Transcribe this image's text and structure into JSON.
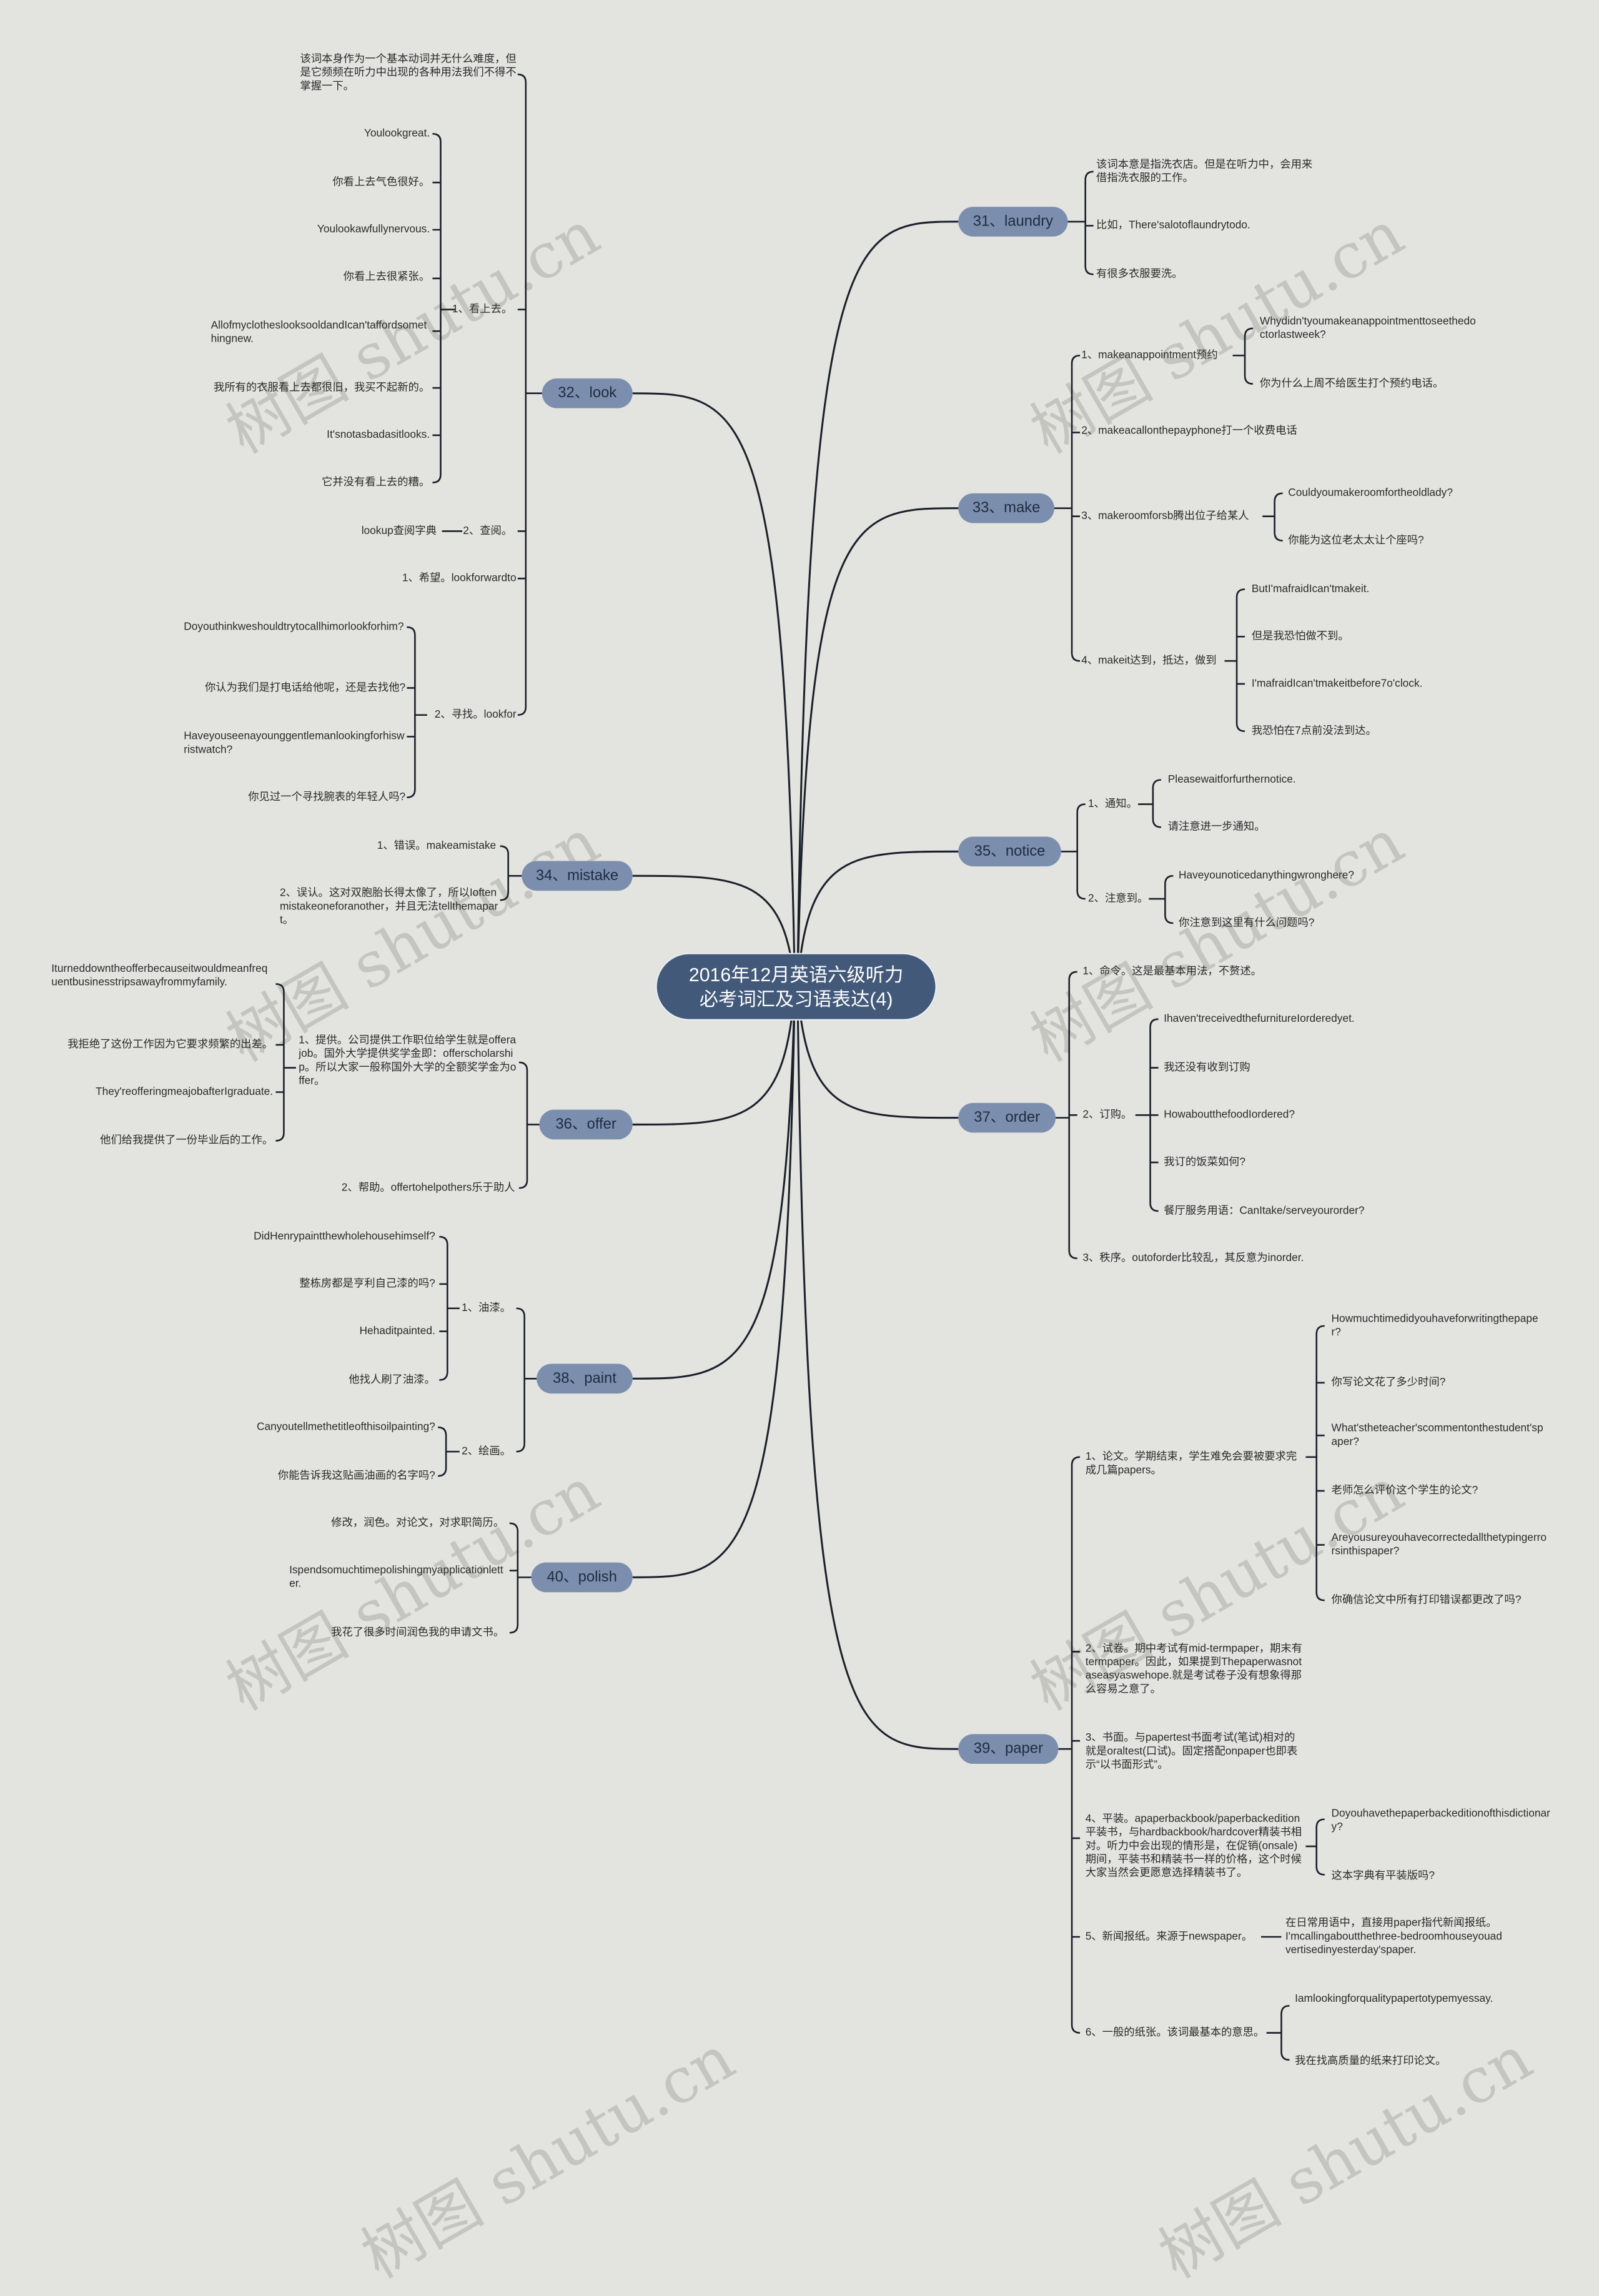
{
  "title": "2016年12月英语六级听力必考词汇及习语表达(4)",
  "watermark": "树图 shutu.cn",
  "colors": {
    "background": "#e3e3df",
    "center_node": "#42597a",
    "branch_node": "#7b8eae",
    "line": "#1a1f2a"
  },
  "laundry": {
    "label": "31、laundry",
    "items": [
      "该词本意是指洗衣店。但是在听力中，会用来借指洗衣服的工作。",
      "比如，There'salotoflaundrytodo.",
      "有很多衣服要洗。"
    ]
  },
  "look": {
    "label": "32、look",
    "intro": "该词本身作为一个基本动词并无什么难度，但是它频频在听力中出现的各种用法我们不得不掌握一下。",
    "s1": {
      "text": "1、看上去。",
      "examples": [
        "Youlookgreat.",
        "你看上去气色很好。",
        "Youlookawfullynervous.",
        "你看上去很紧张。",
        "AllofmyclotheslooksooldandIcan'taffordsomethingnew.",
        "我所有的衣服看上去都很旧，我买不起新的。",
        "It'snotasbadasitlooks.",
        "它并没有看上去的糟。"
      ]
    },
    "s2": {
      "text": "2、查阅。",
      "example": "lookup查阅字典"
    },
    "s3": {
      "text": "1、希望。lookforwardto"
    },
    "s4": {
      "text": "2、寻找。lookfor",
      "examples": [
        "Doyouthinkweshouldtrytocallhimorlookforhim?",
        "你认为我们是打电话给他呢，还是去找他?",
        "Haveyouseenayounggentlemanlookingforhiswristwatch?",
        "你见过一个寻找腕表的年轻人吗?"
      ]
    }
  },
  "make": {
    "label": "33、make",
    "s1": {
      "text": "1、makeanappointment预约",
      "examples": [
        "Whydidn'tyoumakeanappointmenttoseethedoctorlastweek?",
        "你为什么上周不给医生打个预约电话。"
      ]
    },
    "s2": {
      "text": "2、makeacallonthepayphone打一个收费电话"
    },
    "s3": {
      "text": "3、makeroomforsb腾出位子给某人",
      "examples": [
        "Couldyoumakeroomfortheoldlady?",
        "你能为这位老太太让个座吗?"
      ]
    },
    "s4": {
      "text": "4、makeit达到，抵达，做到",
      "examples": [
        "ButI'mafraidIcan'tmakeit.",
        "但是我恐怕做不到。",
        "I'mafraidIcan'tmakeitbefore7o'clock.",
        "我恐怕在7点前没法到达。"
      ]
    }
  },
  "mistake": {
    "label": "34、mistake",
    "items": [
      "1、错误。makeamistake",
      "2、误认。这对双胞胎长得太像了，所以Ioftenmistakeoneforanother，并且无法tellthemapart。"
    ]
  },
  "notice": {
    "label": "35、notice",
    "s1": {
      "text": "1、通知。",
      "examples": [
        "Pleasewaitforfurthernotice.",
        "请注意进一步通知。"
      ]
    },
    "s2": {
      "text": "2、注意到。",
      "examples": [
        "Haveyounoticedanythingwronghere?",
        "你注意到这里有什么问题吗?"
      ]
    }
  },
  "offer": {
    "label": "36、offer",
    "s1": {
      "text": "1、提供。公司提供工作职位给学生就是offerajob。国外大学提供奖学金即：offerscholarship。所以大家一般称国外大学的全额奖学金为offer。",
      "examples": [
        "Iturneddowntheofferbecauseitwouldmeanfrequentbusinesstripsawayfrommyfamily.",
        "我拒绝了这份工作因为它要求频繁的出差。",
        "They'reofferingmeajobafterIgraduate.",
        "他们给我提供了一份毕业后的工作。"
      ]
    },
    "s2": {
      "text": "2、帮助。offertohelpothers乐于助人"
    }
  },
  "order": {
    "label": "37、order",
    "s1": {
      "text": "1、命令。这是最基本用法，不赘述。"
    },
    "s2": {
      "text": "2、订购。",
      "examples": [
        "Ihaven'treceivedthefurnitureIorderedyet.",
        "我还没有收到订购",
        "HowaboutthefoodIordered?",
        "我订的饭菜如何?",
        "餐厅服务用语：CanItake/serveyourorder?"
      ]
    },
    "s3": {
      "text": "3、秩序。outoforder比较乱，其反意为inorder."
    }
  },
  "paint": {
    "label": "38、paint",
    "s1": {
      "text": "1、油漆。",
      "examples": [
        "DidHenrypaintthewholehousehimself?",
        "整栋房都是亨利自己漆的吗?",
        "Hehaditpainted.",
        "他找人刷了油漆。"
      ]
    },
    "s2": {
      "text": "2、绘画。",
      "examples": [
        "Canyoutellmethetitleofthisoilpainting?",
        "你能告诉我这贴画油画的名字吗?"
      ]
    }
  },
  "paper": {
    "label": "39、paper",
    "s1": {
      "text": "1、论文。学期结束，学生难免会要被要求完成几篇papers。",
      "examples": [
        "Howmuchtimedidyouhaveforwritingthepaper?",
        "你写论文花了多少时间?",
        "What'stheteacher'scommentonthestudent'spaper?",
        "老师怎么评价这个学生的论文?",
        "Areyousureyouhavecorrectedallthetypingerrorsinthispaper?",
        "你确信论文中所有打印错误都更改了吗?"
      ]
    },
    "s2": {
      "text": "2、试卷。期中考试有mid-termpaper，期末有termpaper。因此，如果提到Thepaperwasnotaseasyaswehope.就是考试卷子没有想象得那么容易之意了。"
    },
    "s3": {
      "text": "3、书面。与papertest书面考试(笔试)相对的就是oraltest(口试)。固定搭配onpaper也即表示“以书面形式”。"
    },
    "s4": {
      "text": "4、平装。apaperbackbook/paperbackedition平装书，与hardbackbook/hardcover精装书相对。听力中会出现的情形是，在促销(onsale)期间，平装书和精装书一样的价格，这个时候大家当然会更愿意选择精装书了。",
      "examples": [
        "Doyouhavethepaperbackeditionofthisdictionary?",
        "这本字典有平装版吗?"
      ]
    },
    "s5": {
      "text": "5、新闻报纸。来源于newspaper。",
      "example": "在日常用语中，直接用paper指代新闻报纸。I'mcallingaboutthethree-bedroomhouseyouadvertisedinyesterday'spaper."
    },
    "s6": {
      "text": "6、一般的纸张。该词最基本的意思。",
      "examples": [
        "Iamlookingforqualitypapertotypemyessay.",
        "我在找高质量的纸来打印论文。"
      ]
    }
  },
  "polish": {
    "label": "40、polish",
    "items": [
      "修改，润色。对论文，对求职简历。",
      "Ispendsomuchtimepolishingmyapplicationletter.",
      "我花了很多时间润色我的申请文书。"
    ]
  }
}
